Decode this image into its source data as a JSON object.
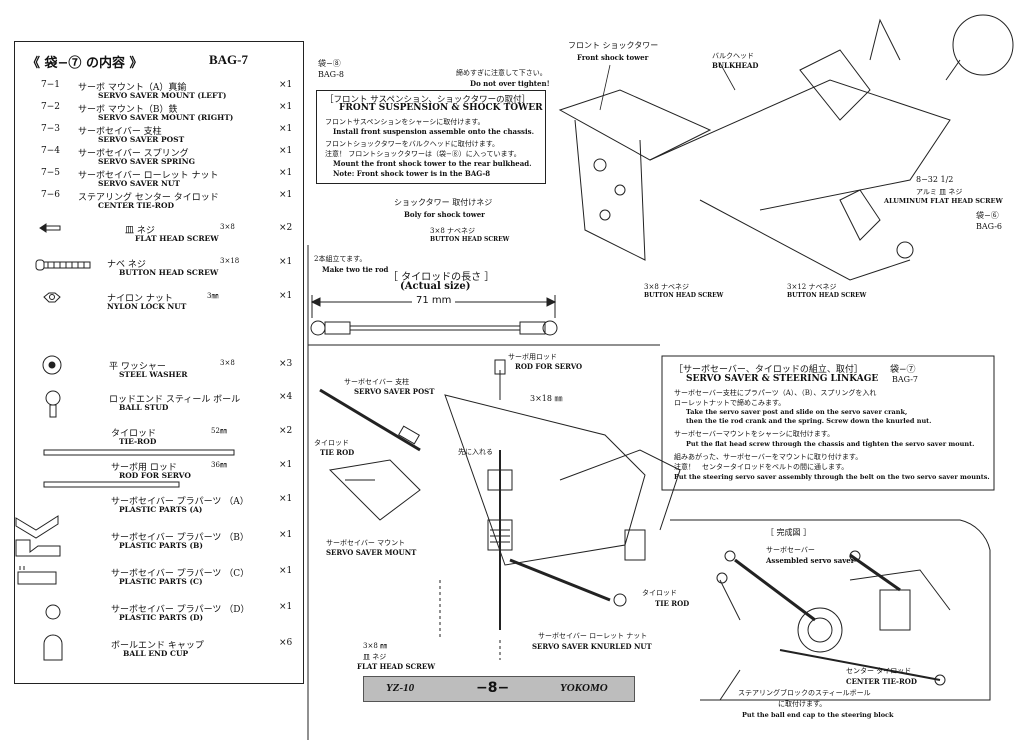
{
  "parts_list": {
    "title_jp": "《 袋−⑦ の内容 》",
    "title_bag": "BAG-7",
    "items": [
      {
        "no": "7−1",
        "jp": "サーボ マウント（A）真鍮",
        "en": "SERVO SAVER MOUNT (LEFT)",
        "qty": "×1"
      },
      {
        "no": "7−2",
        "jp": "サーボ マウント（B）鉄",
        "en": "SERVO SAVER MOUNT (RIGHT)",
        "qty": "×1"
      },
      {
        "no": "7−3",
        "jp": "サーボセイバー 支柱",
        "en": "SERVO SAVER POST",
        "qty": "×1"
      },
      {
        "no": "7−4",
        "jp": "サーボセイバー スプリング",
        "en": "SERVO SAVER SPRING",
        "qty": "×1"
      },
      {
        "no": "7−5",
        "jp": "サーボセイバー ローレット ナット",
        "en": "SERVO SAVER NUT",
        "qty": "×1"
      },
      {
        "no": "7−6",
        "jp": "ステアリング センター タイロッド",
        "en": "CENTER TIE-ROD",
        "qty": "×1"
      }
    ],
    "hardware": [
      {
        "jp": "皿 ネジ",
        "en": "FLAT HEAD SCREW",
        "size": "3×8",
        "qty": "×2"
      },
      {
        "jp": "ナベ ネジ",
        "en": "BUTTON HEAD SCREW",
        "size": "3×18",
        "qty": "×1"
      },
      {
        "jp": "ナイロン ナット",
        "en": "NYLON LOCK NUT",
        "size": "3㎜",
        "qty": "×1"
      },
      {
        "jp": "平 ワッシャー",
        "en": "STEEL WASHER",
        "size": "3×8",
        "qty": "×3"
      },
      {
        "jp": "ロッドエンド スティール ボール",
        "en": "BALL STUD",
        "size": "",
        "qty": "×4"
      },
      {
        "jp": "タイロッド",
        "en": "TIE-ROD",
        "size": "52㎜",
        "qty": "×2"
      },
      {
        "jp": "サーボ用 ロッド",
        "en": "ROD FOR SERVO",
        "size": "36㎜",
        "qty": "×1"
      },
      {
        "jp": "サーボセイバー プラパーツ （A）",
        "en": "PLASTIC PARTS (A)",
        "size": "",
        "qty": "×1"
      },
      {
        "jp": "サーボセイバー プラパーツ （B）",
        "en": "PLASTIC PARTS (B)",
        "size": "",
        "qty": "×1"
      },
      {
        "jp": "サーボセイバー プラパーツ （C）",
        "en": "PLASTIC PARTS (C)",
        "size": "",
        "qty": "×1"
      },
      {
        "jp": "サーボセイバー プラパーツ （D）",
        "en": "PLASTIC PARTS (D)",
        "size": "",
        "qty": "×1"
      },
      {
        "jp": "ボールエンド キャップ",
        "en": "BALL END CUP",
        "size": "",
        "qty": "×6"
      }
    ]
  },
  "front_suspension": {
    "bag_jp": "袋−⑧",
    "bag_en": "BAG-8",
    "note_jp": "締めすぎに注意して下さい。",
    "note_en": "Do not over tighten!",
    "title_jp": "［フロント サスペンション、ショックタワーの取付］",
    "title_en": "FRONT SUSPENSION & SHOCK TOWER",
    "line1_jp": "フロントサスペンションをシャーシに取付けます。",
    "line1_en": "Install front suspension assemble onto the chassis.",
    "line2_jp": "フロントショックタワーをバルクヘッドに取付けます。",
    "line3_jp": "注意！ フロントショックタワーは（袋−⑧）に入っています。",
    "line2_en": "Mount the front shock tower to the rear bulkhead.",
    "line3_en": "Note: Front shock tower is in the BAG-8",
    "shock_tower_jp": "フロント ショックタワー",
    "shock_tower_en": "Front shock tower",
    "bulkhead_jp": "バルクヘッド",
    "bulkhead_en": "BULKHEAD",
    "bolt_jp": "ショックタワー 取付けネジ",
    "bolt_en": "Boly for shock tower",
    "bolt_size": "3×8 ナベネジ",
    "bolt_size_en": "BUTTON HEAD SCREW",
    "screw2_size": "3×8 ナベネジ",
    "screw2_en": "BUTTON HEAD SCREW",
    "screw3_size": "3×12 ナベネジ",
    "screw3_en": "BUTTON HEAD SCREW",
    "alu_size": "8−32 1/2",
    "alu_jp": "アルミ 皿 ネジ",
    "alu_en": "ALUMINUM FLAT HEAD SCREW",
    "bag6_jp": "袋−⑥",
    "bag6_en": "BAG-6"
  },
  "tie_rod": {
    "note_jp": "2本組立てます。",
    "note_en": "Make two tie rod",
    "title_jp": "［ タイロッドの長さ ］",
    "title_en": "(Actual size)",
    "length": "71 mm"
  },
  "servo_saver_box": {
    "title_jp": "［サーボセーバー、タイロッドの組立、取付］",
    "bag_jp": "袋−⑦",
    "title_en": "SERVO SAVER & STEERING LINKAGE",
    "bag_en": "BAG-7",
    "p1_jp": "サーボセーバー支柱にプラパーツ（A）、（B）、スプリングを入れ",
    "p1b_jp": "ローレットナットで締めこみます。",
    "p1_en": "Take the servo saver post and slide on the servo saver crank,",
    "p1b_en": "then the tie rod crank and the spring. Screw down the knurled nut.",
    "p2_jp": "サーボセーバーマウントをシャーシに取付けます。",
    "p2_en": "Put the flat head screw through the chassis and tighten the servo saver mount.",
    "p3_jp": "組みあがった、サーボセーバーをマウントに取り付けます。",
    "p3b_jp": "注意！　センタータイロッドをベルトの間に通します。",
    "p3_en": "Put the steering servo saver assembly through the belt on the two servo saver mounts."
  },
  "diagram_labels": {
    "servo_rod_jp": "サーボ用ロッド",
    "servo_rod_en": "ROD FOR SERVO",
    "post_jp": "サーボセイバー 支柱",
    "post_en": "SERVO SAVER POST",
    "size_3x18": "3×18 ㎜",
    "tie_rod_jp": "タイロッド",
    "tie_rod_en": "TIE ROD",
    "insert_first": "先に入れる",
    "mount_jp": "サーボセイバー マウント",
    "mount_en": "SERVO SAVER MOUNT",
    "tie_rod2_jp": "タイロッド",
    "tie_rod2_en": "TIE ROD",
    "knurled_jp": "サーボセイバー ローレット ナット",
    "knurled_en": "SERVO SAVER KNURLED NUT",
    "flat_size": "3×8 ㎜",
    "flat_jp": "皿 ネジ",
    "flat_en": "FLAT HEAD SCREW"
  },
  "completed": {
    "title_jp": "［ 完成図 ］",
    "assembled_jp": "サーボセーバー",
    "assembled_en": "Assembled servo saver",
    "center_jp": "センター タイロッド",
    "center_en": "CENTER TIE-ROD",
    "ball_jp": "ステアリングブロックのスティールボール",
    "ball_jp2": "に取付けます。",
    "ball_en": "Put the ball end cap to the steering block"
  },
  "footer": {
    "model": "YZ-10",
    "page": "−8−",
    "brand": "YOKOMO"
  }
}
